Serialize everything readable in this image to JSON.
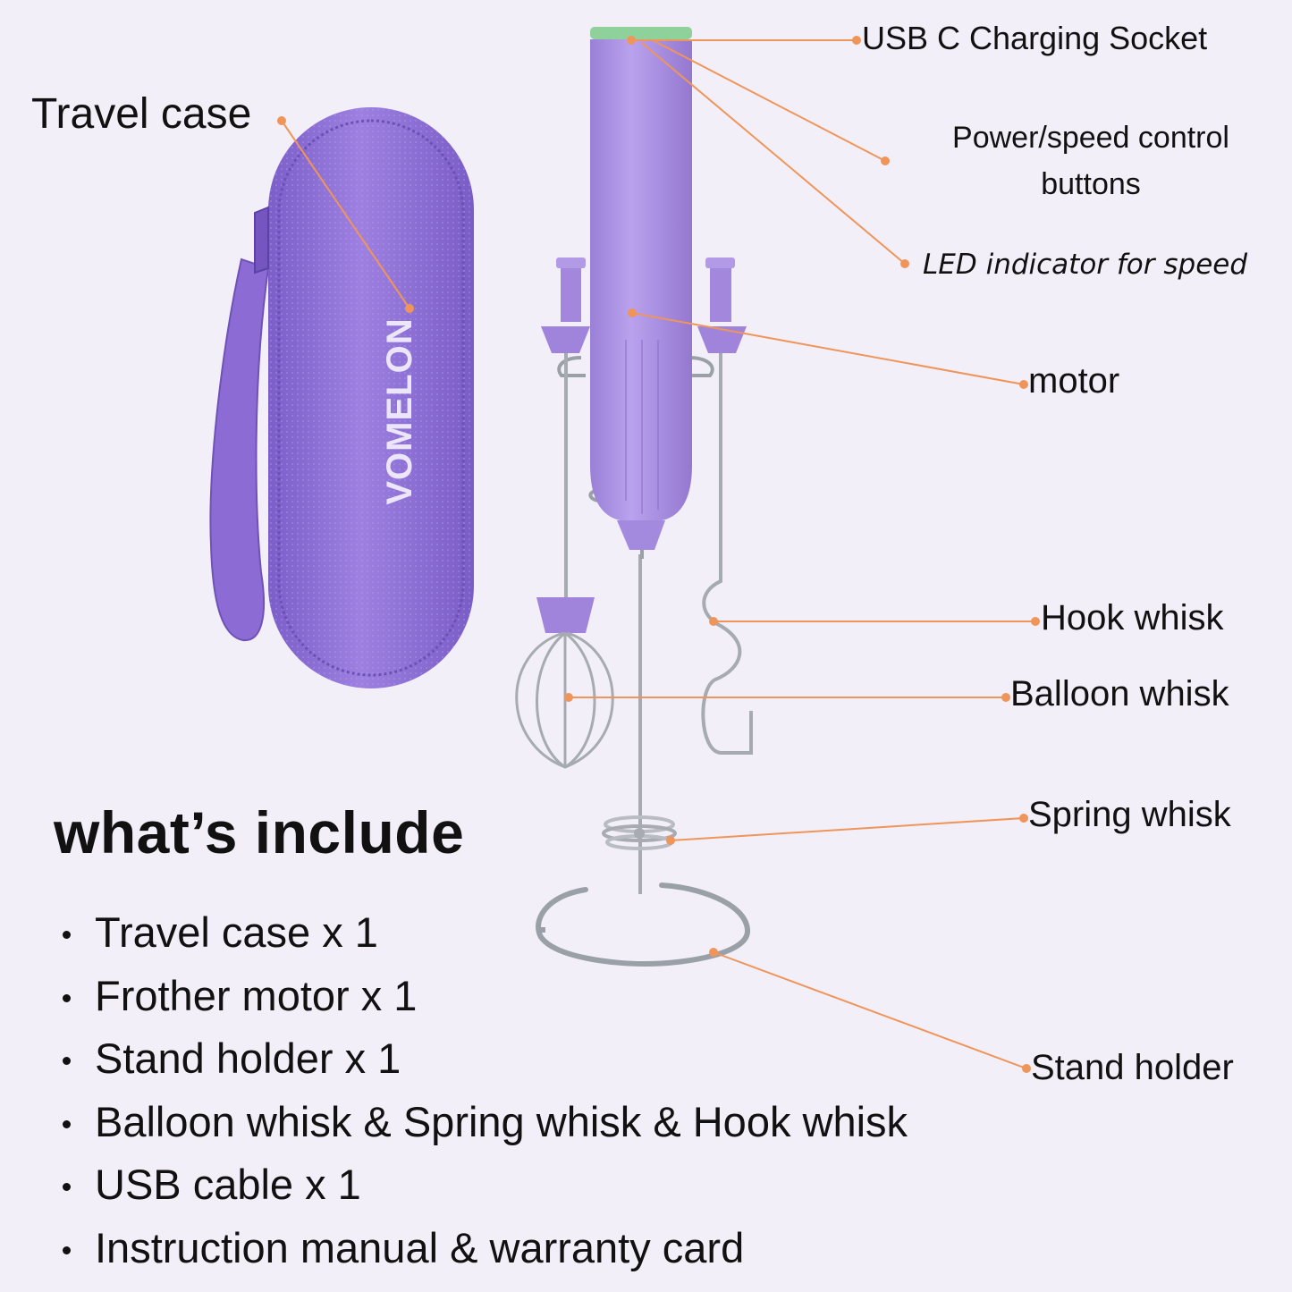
{
  "colors": {
    "background": "#f2eff8",
    "accent_leader": "#f0955a",
    "product_purple": "#a58bdc",
    "case_purple": "#8f6fd6",
    "cap_green": "#8fd19a",
    "steel": "#9aa0a8"
  },
  "case": {
    "brand": "VOMELON"
  },
  "callouts": {
    "travel_case": "Travel case",
    "usb_socket": "USB C Charging  Socket",
    "power_buttons_line1": "Power/speed control",
    "power_buttons_line2": "buttons",
    "led_indicator": "LED indicator for speed",
    "motor": "motor",
    "hook_whisk": "Hook whisk",
    "balloon_whisk": "Balloon whisk",
    "spring_whisk": "Spring whisk",
    "stand_holder": "Stand holder"
  },
  "includes": {
    "title": "what’s include",
    "items": [
      "Travel case x 1",
      "Frother motor x 1",
      "Stand holder x 1",
      "Balloon whisk & Spring whisk & Hook whisk",
      "USB cable x 1",
      "Instruction manual & warranty card"
    ]
  }
}
